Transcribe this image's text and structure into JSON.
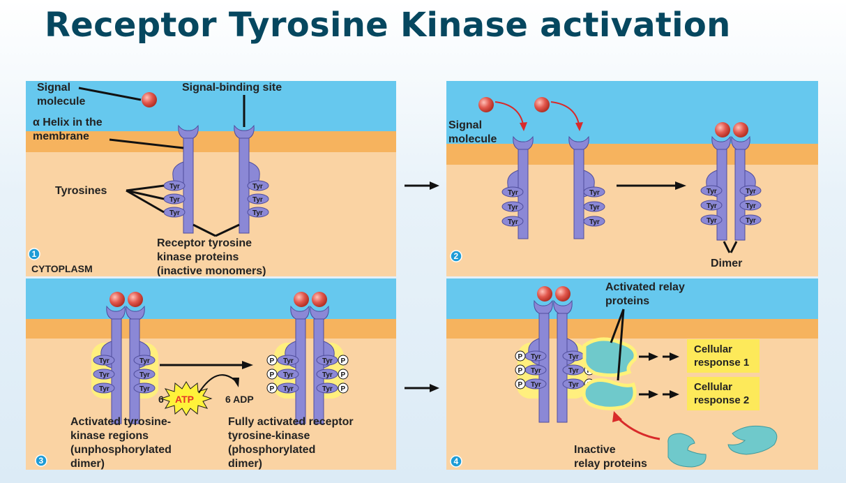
{
  "title": "Receptor Tyrosine Kinase activation",
  "tyr": "Tyr",
  "p": "P",
  "panel1": {
    "step": "1",
    "signal_molecule": [
      "Signal",
      "molecule"
    ],
    "helix": [
      "α Helix in the",
      "membrane"
    ],
    "binding_site": "Signal-binding site",
    "tyrosines": "Tyrosines",
    "receptor": [
      "Receptor tyrosine",
      "kinase proteins",
      "(inactive monomers)"
    ],
    "cytoplasm": "CYTOPLASM"
  },
  "panel2": {
    "step": "2",
    "signal_molecule": [
      "Signal",
      "molecule"
    ],
    "dimer": "Dimer"
  },
  "panel3": {
    "step": "3",
    "atp": "ATP",
    "atp_count": "6",
    "adp": "6 ADP",
    "left_caption": [
      "Activated tyrosine-",
      "kinase regions",
      "(unphosphorylated",
      "dimer)"
    ],
    "right_caption": [
      "Fully activated receptor",
      "tyrosine-kinase",
      "(phosphorylated",
      "dimer)"
    ]
  },
  "panel4": {
    "step": "4",
    "relay_active": [
      "Activated relay",
      "proteins"
    ],
    "response1": [
      "Cellular",
      "response 1"
    ],
    "response2": [
      "Cellular",
      "response 2"
    ],
    "relay_inactive": [
      "Inactive",
      "relay proteins"
    ]
  },
  "colors": {
    "title": "#06475f",
    "extracellular": "#66c8ee",
    "membrane": "#f6b35e",
    "cytoplasm": "#fad3a3",
    "receptor": "#8b88d6",
    "signal": "#e2584d",
    "relay": "#6fc9cb",
    "response_box": "#fde95a",
    "step_badge": "#1e9cd6"
  }
}
